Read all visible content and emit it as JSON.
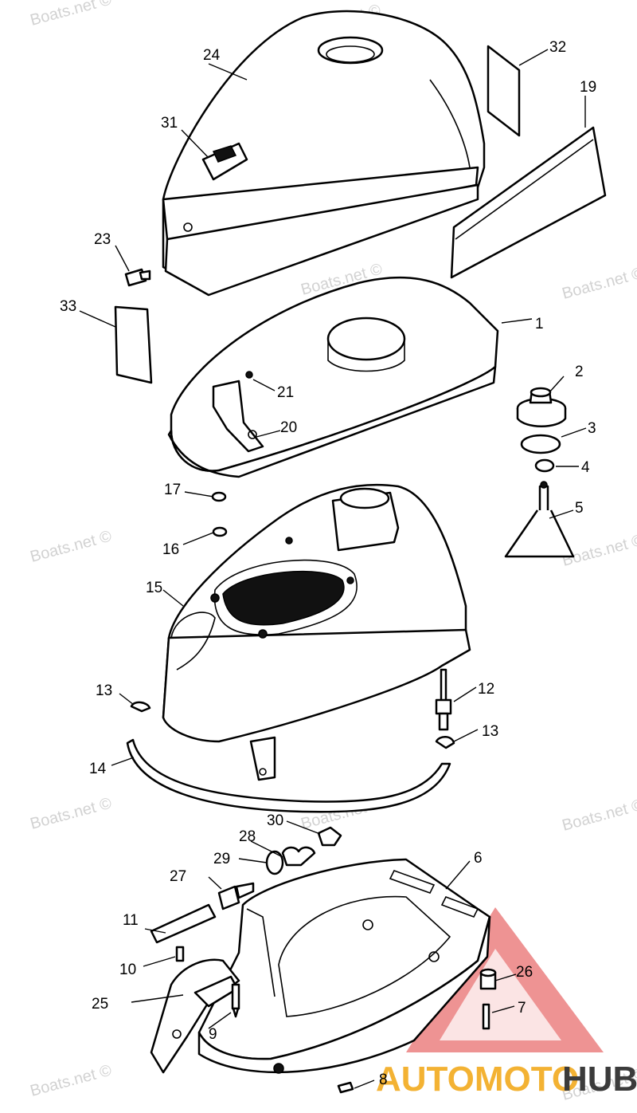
{
  "watermark": "Boats.net ©",
  "brand": {
    "part1": "AUTOMOTO",
    "part2": "HUB"
  },
  "callouts": [
    "1",
    "2",
    "3",
    "4",
    "5",
    "6",
    "7",
    "8",
    "9",
    "10",
    "11",
    "12",
    "13",
    "13",
    "14",
    "15",
    "16",
    "17",
    "19",
    "20",
    "21",
    "23",
    "24",
    "25",
    "26",
    "27",
    "28",
    "29",
    "30",
    "31",
    "32",
    "33"
  ]
}
